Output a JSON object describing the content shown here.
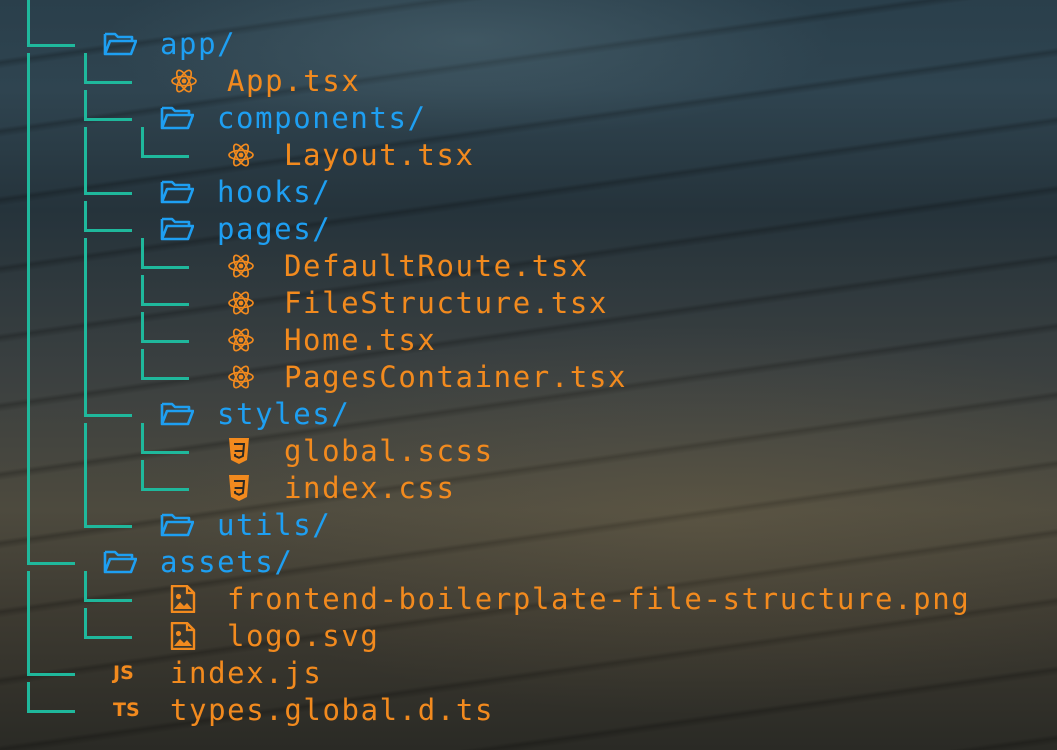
{
  "colors": {
    "connector": "#1fb89c",
    "folder": "#1e9ff2",
    "file": "#f28a1e"
  },
  "tree": [
    {
      "depth": 0,
      "type": "folder",
      "icon": "folder-open-icon",
      "name": "app/"
    },
    {
      "depth": 1,
      "type": "file",
      "icon": "react-icon",
      "name": "App.tsx"
    },
    {
      "depth": 1,
      "type": "folder",
      "icon": "folder-open-icon",
      "name": "components/"
    },
    {
      "depth": 2,
      "type": "file",
      "icon": "react-icon",
      "name": "Layout.tsx"
    },
    {
      "depth": 1,
      "type": "folder",
      "icon": "folder-open-icon",
      "name": "hooks/"
    },
    {
      "depth": 1,
      "type": "folder",
      "icon": "folder-open-icon",
      "name": "pages/"
    },
    {
      "depth": 2,
      "type": "file",
      "icon": "react-icon",
      "name": "DefaultRoute.tsx"
    },
    {
      "depth": 2,
      "type": "file",
      "icon": "react-icon",
      "name": "FileStructure.tsx"
    },
    {
      "depth": 2,
      "type": "file",
      "icon": "react-icon",
      "name": "Home.tsx"
    },
    {
      "depth": 2,
      "type": "file",
      "icon": "react-icon",
      "name": "PagesContainer.tsx"
    },
    {
      "depth": 1,
      "type": "folder",
      "icon": "folder-open-icon",
      "name": "styles/"
    },
    {
      "depth": 2,
      "type": "file",
      "icon": "css3-icon",
      "name": "global.scss"
    },
    {
      "depth": 2,
      "type": "file",
      "icon": "css3-icon",
      "name": "index.css"
    },
    {
      "depth": 1,
      "type": "folder",
      "icon": "folder-open-icon",
      "name": "utils/"
    },
    {
      "depth": 0,
      "type": "folder",
      "icon": "folder-open-icon",
      "name": "assets/"
    },
    {
      "depth": 1,
      "type": "file",
      "icon": "image-file-icon",
      "name": "frontend-boilerplate-file-structure.png"
    },
    {
      "depth": 1,
      "type": "file",
      "icon": "image-file-icon",
      "name": "logo.svg"
    },
    {
      "depth": 0,
      "type": "file",
      "icon": "js-icon",
      "icon_text": "JS",
      "name": "index.js"
    },
    {
      "depth": 0,
      "type": "file",
      "icon": "ts-icon",
      "icon_text": "TS",
      "name": "types.global.d.ts"
    }
  ]
}
